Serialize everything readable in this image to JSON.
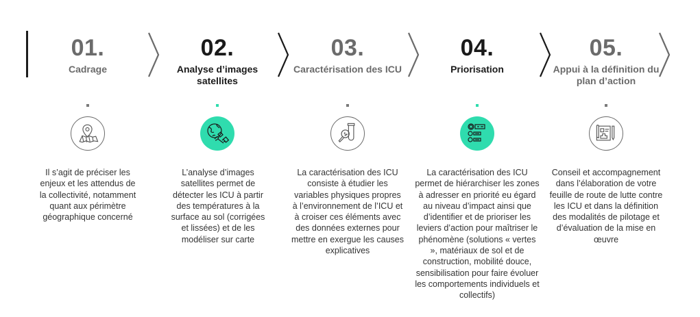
{
  "accent_color": "#2fdcae",
  "steps": [
    {
      "number": "01.",
      "title": "Cadrage",
      "icon": "map-pin-icon",
      "highlighted": false,
      "description": "Il s’agit de préciser les enjeux et les attendus de la collectivité, notamment quant aux périmètre géographique concerné"
    },
    {
      "number": "02.",
      "title": "Analyse d’images satellites",
      "icon": "satellite-globe-icon",
      "highlighted": true,
      "description": "L’analyse d’images satellites permet de détecter les ICU à partir des températures à la surface au sol (corrigées et lissées) et de les modéliser sur carte"
    },
    {
      "number": "03.",
      "title": "Caractérisation des ICU",
      "icon": "magnifier-test-tube-icon",
      "highlighted": false,
      "description": "La caractérisation des ICU consiste à étudier les variables physiques propres à l’environnement de l’ICU et à croiser ces éléments avec des données externes pour mettre en exergue les causes explicatives"
    },
    {
      "number": "04.",
      "title": "Priorisation",
      "icon": "ranked-list-icon",
      "highlighted": true,
      "description": "La caractérisation des ICU permet de hiérarchiser les zones à adresser en priorité eu égard au niveau d’impact ainsi que d’identifier et de prioriser les leviers d’action pour maîtriser le phénomène (solutions « vertes », matériaux de sol et de construction, mobilité douce, sensibilisation pour faire évoluer les comportements individuels et collectifs)"
    },
    {
      "number": "05.",
      "title": "Appui à la définition du plan d’action",
      "icon": "blueprint-plan-icon",
      "highlighted": false,
      "description": "Conseil et accompagnement dans l’élaboration de votre feuille de route de lutte contre les ICU et dans la définition des modalités de pilotage et d’évaluation de la mise en œuvre"
    }
  ]
}
